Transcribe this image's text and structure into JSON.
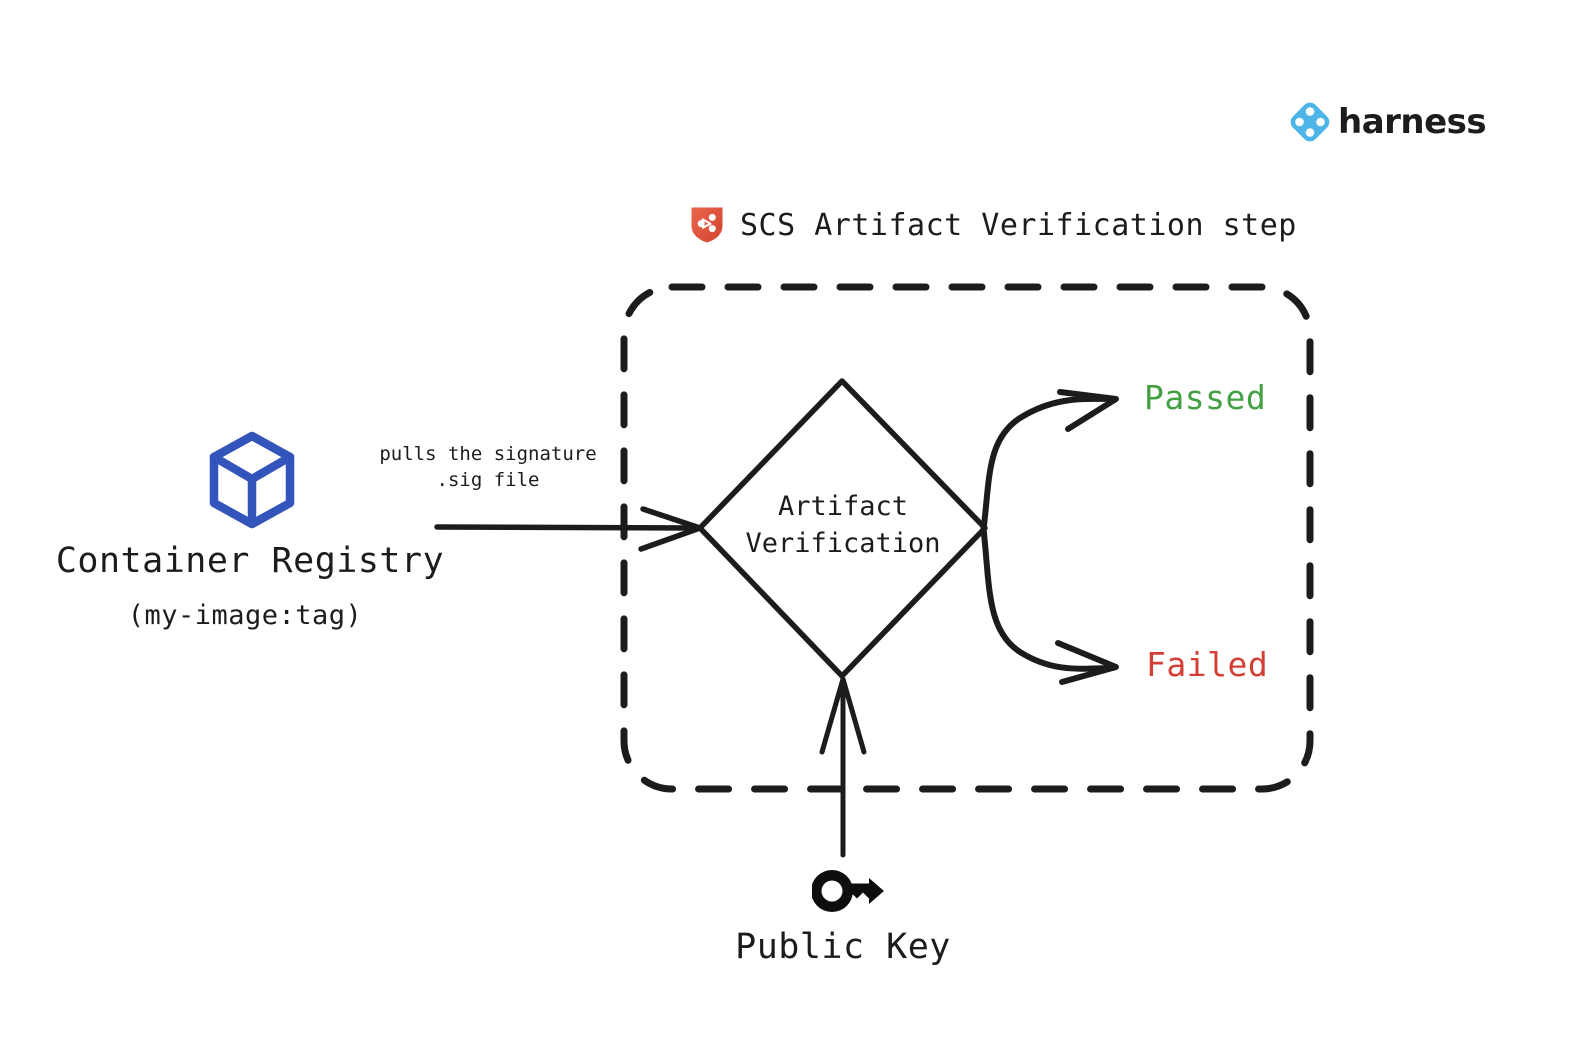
{
  "brand": {
    "name": "harness",
    "logo_icon": "harness-diamond-logo-icon",
    "accent_color": "#4db5e8"
  },
  "step": {
    "icon": "scs-shield-icon",
    "title": "SCS Artifact Verification step",
    "shield_color": "#e0523c"
  },
  "source": {
    "icon": "container-cube-icon",
    "icon_color": "#3355bb",
    "name": "Container Registry",
    "tag": "(my-image:tag)"
  },
  "edges": {
    "pull_note_line1": "pulls the signature",
    "pull_note_line2": ".sig file"
  },
  "process": {
    "node_line1": "Artifact",
    "node_line2": "Verification"
  },
  "outcomes": [
    {
      "label": "Passed",
      "color": "#44a044"
    },
    {
      "label": "Failed",
      "color": "#d33f35"
    }
  ],
  "input": {
    "icon": "key-icon",
    "label": "Public Key"
  }
}
